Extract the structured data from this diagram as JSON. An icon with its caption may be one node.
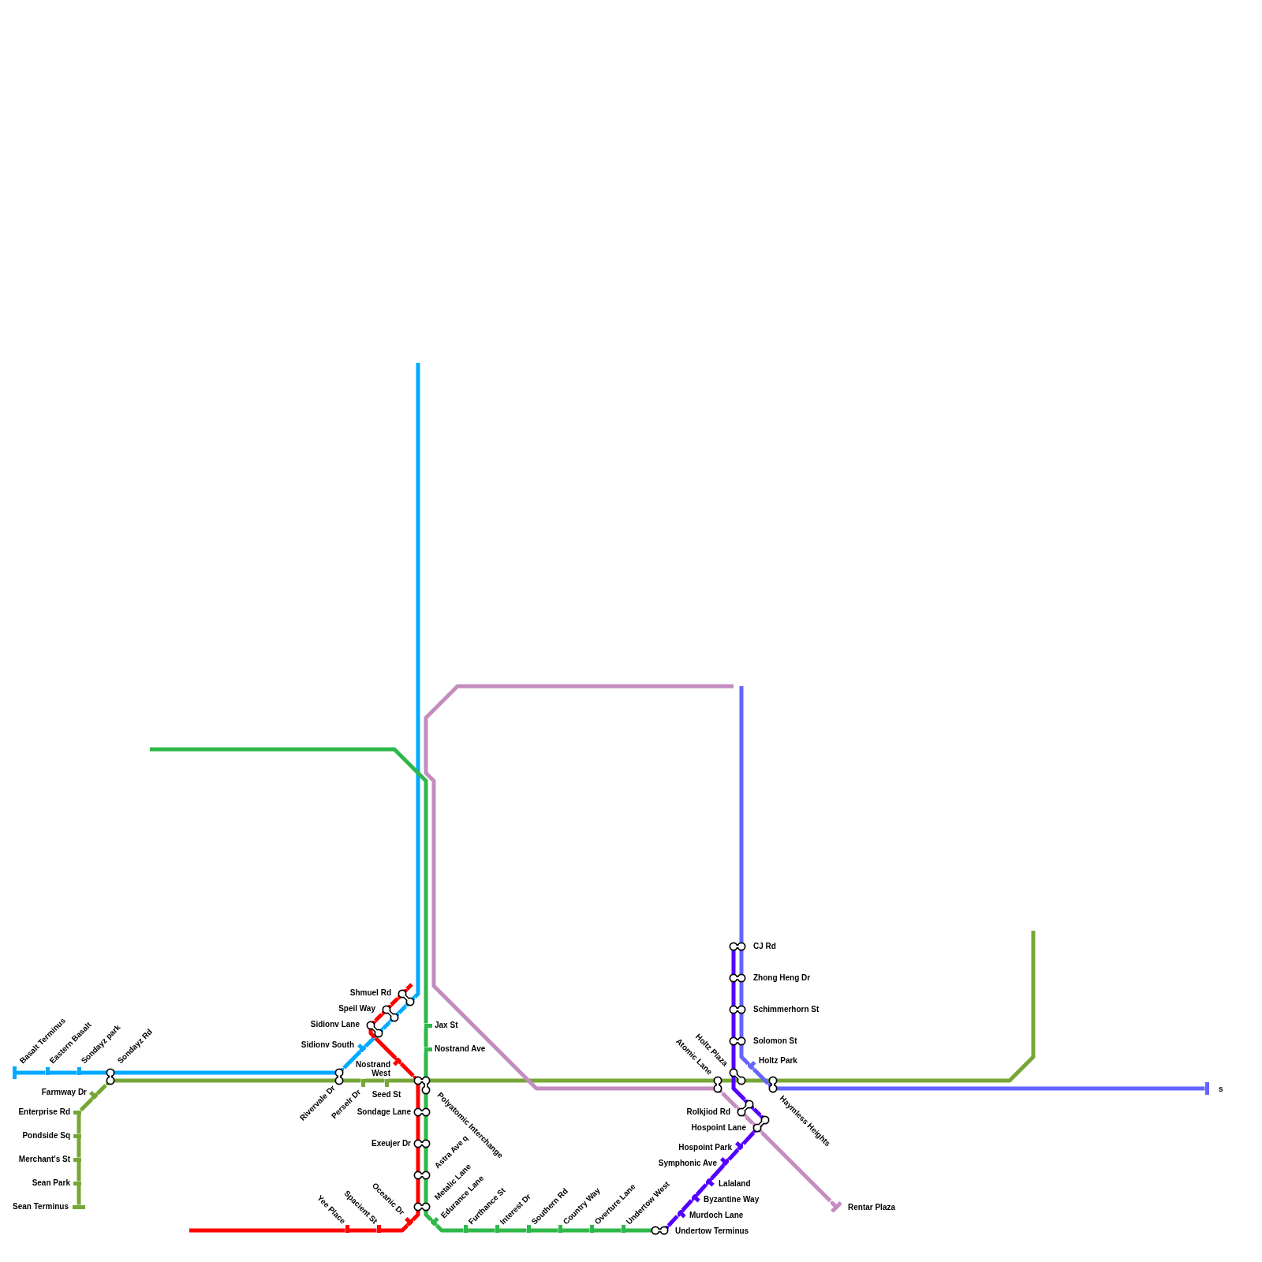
{
  "diagram": {
    "nodes": [
      {
        "text": [],
        "shape": "bar",
        "beside": [
          "Basalt Terminus"
        ]
      },
      {
        "text": [],
        "shape": "bar",
        "beside": [
          "Eastern Basalt"
        ]
      },
      {
        "text": [],
        "shape": "bar",
        "beside": [
          "Sondayz park"
        ]
      },
      {
        "text": [],
        "shape": "circle",
        "beside": [
          "Sondayz Rd"
        ]
      },
      {
        "text": [],
        "shape": "bar",
        "beside": [
          "Farmway Dr"
        ]
      },
      {
        "text": [],
        "shape": "bar",
        "beside": [
          "Enterprise Rd"
        ]
      },
      {
        "text": [],
        "shape": "bar",
        "beside": [
          "Pondside Sq"
        ]
      },
      {
        "text": [],
        "shape": "bar",
        "beside": [
          "Merchant's St"
        ]
      },
      {
        "text": [],
        "shape": "bar",
        "beside": [
          "Sean Park"
        ]
      },
      {
        "text": [],
        "shape": "bar",
        "beside": [
          "Sean Terminus"
        ]
      },
      {
        "text": [],
        "shape": "circle",
        "beside": [
          "Shmuel Rd"
        ]
      },
      {
        "text": [],
        "shape": "circle",
        "beside": [
          "Speil Way"
        ]
      },
      {
        "text": [],
        "shape": "circle",
        "beside": [
          "Sidionv Lane"
        ]
      },
      {
        "text": [],
        "shape": "bar",
        "beside": [
          "Sidionv South"
        ]
      },
      {
        "text": [],
        "shape": "bar",
        "beside": [
          "Nostrand West"
        ]
      },
      {
        "text": [],
        "shape": "circle",
        "beside": [
          "Rivervale Dr"
        ]
      },
      {
        "text": [],
        "shape": "bar",
        "beside": [
          "Perselr Dr"
        ]
      },
      {
        "text": [],
        "shape": "bar",
        "beside": [
          "Seed St"
        ]
      },
      {
        "text": [],
        "shape": "bar",
        "beside": [
          "Jax St"
        ]
      },
      {
        "text": [],
        "shape": "bar",
        "beside": [
          "Nostrand Ave"
        ]
      },
      {
        "text": [],
        "shape": "circle",
        "beside": [
          "Polyatomic Interchange"
        ]
      },
      {
        "text": [],
        "shape": "circle",
        "beside": [
          "Sondage Lane"
        ]
      },
      {
        "text": [],
        "shape": "circle",
        "beside": [
          "Exeujer Dr"
        ]
      },
      {
        "text": [],
        "shape": "circle",
        "beside": [
          "Astra Ave q"
        ]
      },
      {
        "text": [],
        "shape": "circle",
        "beside": [
          "Metalic Lane"
        ]
      },
      {
        "text": [],
        "shape": "bar",
        "beside": [
          "Oceanic Dr"
        ]
      },
      {
        "text": [],
        "shape": "bar",
        "beside": [
          "Spacient St"
        ]
      },
      {
        "text": [],
        "shape": "bar",
        "beside": [
          "Yee Place"
        ]
      },
      {
        "text": [],
        "shape": "bar",
        "beside": [
          "Edurance Lane"
        ]
      },
      {
        "text": [],
        "shape": "bar",
        "beside": [
          "Furthance St"
        ]
      },
      {
        "text": [],
        "shape": "bar",
        "beside": [
          "Interest Dr"
        ]
      },
      {
        "text": [],
        "shape": "bar",
        "beside": [
          "Southern Rd"
        ]
      },
      {
        "text": [],
        "shape": "bar",
        "beside": [
          "Country Way"
        ]
      },
      {
        "text": [],
        "shape": "bar",
        "beside": [
          "Overture Lane"
        ]
      },
      {
        "text": [],
        "shape": "bar",
        "beside": [
          "Undertow West"
        ]
      },
      {
        "text": [],
        "shape": "circle",
        "beside": [
          "Undertow Terminus"
        ]
      },
      {
        "text": [],
        "shape": "circle",
        "beside": [
          "CJ Rd"
        ]
      },
      {
        "text": [],
        "shape": "circle",
        "beside": [
          "Zhong Heng Dr"
        ]
      },
      {
        "text": [],
        "shape": "circle",
        "beside": [
          "Schimmerhorn St"
        ]
      },
      {
        "text": [],
        "shape": "circle",
        "beside": [
          "Solomon St"
        ]
      },
      {
        "text": [],
        "shape": "bar",
        "beside": [
          "Holtz Park"
        ]
      },
      {
        "text": [],
        "shape": "circle",
        "beside": [
          "Atomic Lane"
        ]
      },
      {
        "text": [],
        "shape": "circle",
        "beside": [
          "Holtz Plaza"
        ]
      },
      {
        "text": [],
        "shape": "circle",
        "beside": [
          "Haymless Heights"
        ]
      },
      {
        "text": [],
        "shape": "circle",
        "beside": [
          "Rolkjiod Rd"
        ]
      },
      {
        "text": [],
        "shape": "circle",
        "beside": [
          "Hospoint Lane"
        ]
      },
      {
        "text": [],
        "shape": "bar",
        "beside": [
          "Hospoint Park"
        ]
      },
      {
        "text": [],
        "shape": "bar",
        "beside": [
          "Symphonic Ave"
        ]
      },
      {
        "text": [],
        "shape": "bar",
        "beside": [
          "Lalaland"
        ]
      },
      {
        "text": [],
        "shape": "bar",
        "beside": [
          "Byzantine Way"
        ]
      },
      {
        "text": [],
        "shape": "bar",
        "beside": [
          "Murdoch Lane"
        ]
      },
      {
        "text": [],
        "shape": "bar",
        "beside": [
          "Rentar Plaza"
        ]
      },
      {
        "text": [],
        "shape": "bar",
        "beside": [
          "s"
        ]
      }
    ],
    "edges": [
      {
        "from": null,
        "to": 10,
        "arrow": "none",
        "color": "#00aaff"
      },
      {
        "from": 10,
        "to": 11,
        "arrow": "none",
        "color": "#00aaff"
      },
      {
        "from": 11,
        "to": 12,
        "arrow": "none",
        "color": "#00aaff"
      },
      {
        "from": 12,
        "to": 13,
        "arrow": "none",
        "color": "#00aaff"
      },
      {
        "from": 13,
        "to": 15,
        "arrow": "none",
        "color": "#00aaff"
      },
      {
        "from": 15,
        "to": 3,
        "arrow": "none",
        "color": "#00aaff"
      },
      {
        "from": 3,
        "to": 2,
        "arrow": "none",
        "color": "#00aaff"
      },
      {
        "from": 2,
        "to": 1,
        "arrow": "none",
        "color": "#00aaff"
      },
      {
        "from": 1,
        "to": 0,
        "arrow": "none",
        "color": "#00aaff"
      },
      {
        "from": null,
        "to": 10,
        "arrow": "none",
        "color": "#ff0000"
      },
      {
        "from": 10,
        "to": 11,
        "arrow": "none",
        "color": "#ff0000"
      },
      {
        "from": 11,
        "to": 12,
        "arrow": "none",
        "color": "#ff0000"
      },
      {
        "from": 12,
        "to": 14,
        "arrow": "none",
        "color": "#ff0000"
      },
      {
        "from": 14,
        "to": 20,
        "arrow": "none",
        "color": "#ff0000"
      },
      {
        "from": 20,
        "to": 21,
        "arrow": "none",
        "color": "#ff0000"
      },
      {
        "from": 21,
        "to": 22,
        "arrow": "none",
        "color": "#ff0000"
      },
      {
        "from": 22,
        "to": 23,
        "arrow": "none",
        "color": "#ff0000"
      },
      {
        "from": 23,
        "to": 24,
        "arrow": "none",
        "color": "#ff0000"
      },
      {
        "from": 24,
        "to": 25,
        "arrow": "none",
        "color": "#ff0000"
      },
      {
        "from": 25,
        "to": 26,
        "arrow": "none",
        "color": "#ff0000"
      },
      {
        "from": 26,
        "to": 27,
        "arrow": "none",
        "color": "#ff0000"
      },
      {
        "from": 27,
        "to": null,
        "arrow": "none",
        "color": "#ff0000"
      },
      {
        "from": null,
        "to": 18,
        "arrow": "none",
        "color": "#2fb84a"
      },
      {
        "from": 18,
        "to": 19,
        "arrow": "none",
        "color": "#2fb84a"
      },
      {
        "from": 19,
        "to": 20,
        "arrow": "none",
        "color": "#2fb84a"
      },
      {
        "from": 20,
        "to": 21,
        "arrow": "none",
        "color": "#2fb84a"
      },
      {
        "from": 21,
        "to": 22,
        "arrow": "none",
        "color": "#2fb84a"
      },
      {
        "from": 22,
        "to": 23,
        "arrow": "none",
        "color": "#2fb84a"
      },
      {
        "from": 23,
        "to": 24,
        "arrow": "none",
        "color": "#2fb84a"
      },
      {
        "from": 24,
        "to": 28,
        "arrow": "none",
        "color": "#2fb84a"
      },
      {
        "from": 28,
        "to": 29,
        "arrow": "none",
        "color": "#2fb84a"
      },
      {
        "from": 29,
        "to": 30,
        "arrow": "none",
        "color": "#2fb84a"
      },
      {
        "from": 30,
        "to": 31,
        "arrow": "none",
        "color": "#2fb84a"
      },
      {
        "from": 31,
        "to": 32,
        "arrow": "none",
        "color": "#2fb84a"
      },
      {
        "from": 32,
        "to": 33,
        "arrow": "none",
        "color": "#2fb84a"
      },
      {
        "from": 33,
        "to": 34,
        "arrow": "none",
        "color": "#2fb84a"
      },
      {
        "from": 34,
        "to": 35,
        "arrow": "none",
        "color": "#2fb84a"
      },
      {
        "from": 9,
        "to": 8,
        "arrow": "none",
        "color": "#76a736"
      },
      {
        "from": 8,
        "to": 7,
        "arrow": "none",
        "color": "#76a736"
      },
      {
        "from": 7,
        "to": 6,
        "arrow": "none",
        "color": "#76a736"
      },
      {
        "from": 6,
        "to": 5,
        "arrow": "none",
        "color": "#76a736"
      },
      {
        "from": 5,
        "to": 4,
        "arrow": "none",
        "color": "#76a736"
      },
      {
        "from": 4,
        "to": 3,
        "arrow": "none",
        "color": "#76a736"
      },
      {
        "from": 3,
        "to": 15,
        "arrow": "none",
        "color": "#76a736"
      },
      {
        "from": 15,
        "to": 16,
        "arrow": "none",
        "color": "#76a736"
      },
      {
        "from": 16,
        "to": 17,
        "arrow": "none",
        "color": "#76a736"
      },
      {
        "from": 17,
        "to": 20,
        "arrow": "none",
        "color": "#76a736"
      },
      {
        "from": 20,
        "to": 41,
        "arrow": "none",
        "color": "#76a736"
      },
      {
        "from": 41,
        "to": 42,
        "arrow": "none",
        "color": "#76a736"
      },
      {
        "from": 42,
        "to": 43,
        "arrow": "none",
        "color": "#76a736"
      },
      {
        "from": 43,
        "to": null,
        "arrow": "none",
        "color": "#76a736"
      },
      {
        "from": null,
        "to": 41,
        "arrow": "none",
        "color": "#c48cc0"
      },
      {
        "from": 41,
        "to": 44,
        "arrow": "none",
        "color": "#c48cc0"
      },
      {
        "from": 44,
        "to": 45,
        "arrow": "none",
        "color": "#c48cc0"
      },
      {
        "from": 45,
        "to": 51,
        "arrow": "none",
        "color": "#c48cc0"
      },
      {
        "from": 36,
        "to": 37,
        "arrow": "none",
        "color": "#5500ff"
      },
      {
        "from": 37,
        "to": 38,
        "arrow": "none",
        "color": "#5500ff"
      },
      {
        "from": 38,
        "to": 39,
        "arrow": "none",
        "color": "#5500ff"
      },
      {
        "from": 39,
        "to": 42,
        "arrow": "none",
        "color": "#5500ff"
      },
      {
        "from": 42,
        "to": 44,
        "arrow": "none",
        "color": "#5500ff"
      },
      {
        "from": 44,
        "to": 45,
        "arrow": "none",
        "color": "#5500ff"
      },
      {
        "from": 45,
        "to": 46,
        "arrow": "none",
        "color": "#5500ff"
      },
      {
        "from": 46,
        "to": 47,
        "arrow": "none",
        "color": "#5500ff"
      },
      {
        "from": 47,
        "to": 48,
        "arrow": "none",
        "color": "#5500ff"
      },
      {
        "from": 48,
        "to": 49,
        "arrow": "none",
        "color": "#5500ff"
      },
      {
        "from": 49,
        "to": 50,
        "arrow": "none",
        "color": "#5500ff"
      },
      {
        "from": 50,
        "to": 35,
        "arrow": "none",
        "color": "#5500ff"
      },
      {
        "from": null,
        "to": 36,
        "arrow": "none",
        "color": "#6464ff"
      },
      {
        "from": 36,
        "to": 37,
        "arrow": "none",
        "color": "#6464ff"
      },
      {
        "from": 37,
        "to": 38,
        "arrow": "none",
        "color": "#6464ff"
      },
      {
        "from": 38,
        "to": 39,
        "arrow": "none",
        "color": "#6464ff"
      },
      {
        "from": 39,
        "to": 40,
        "arrow": "none",
        "color": "#6464ff"
      },
      {
        "from": 40,
        "to": 43,
        "arrow": "none",
        "color": "#6464ff"
      },
      {
        "from": 43,
        "to": 52,
        "arrow": "none",
        "color": "#6464ff"
      }
    ]
  }
}
